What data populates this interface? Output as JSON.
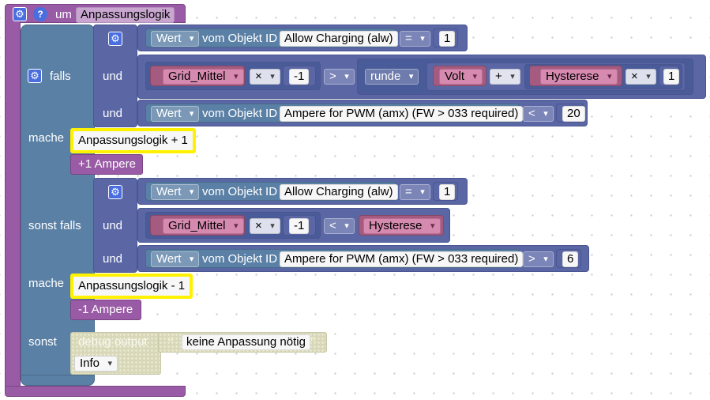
{
  "func_block": {
    "prefix": "um",
    "name": "Anpassungslogik"
  },
  "if_block": {
    "falls": "falls",
    "mache": "mache",
    "sonst_falls": "sonst falls",
    "sonst": "sonst"
  },
  "cond1": {
    "and1": "und",
    "and2": "und",
    "row1": {
      "wert": "Wert",
      "vom": "vom Objekt ID",
      "id": "Allow Charging (alw)",
      "op": "=",
      "num": "1"
    },
    "row2": {
      "var1": "Grid_Mittel",
      "mul1": "×",
      "num1": "-1",
      "gt": ">",
      "round": "runde",
      "var2": "Volt",
      "plus": "+",
      "var3": "Hysterese",
      "mul2": "×",
      "num2": "1"
    },
    "row3": {
      "wert": "Wert",
      "vom": "vom Objekt ID",
      "id": "Ampere for PWM (amx) (FW > 033 required)",
      "op": "<",
      "num": "20"
    }
  },
  "do1": {
    "call": "Anpassungslogik + 1",
    "comment": "+1 Ampere"
  },
  "cond2": {
    "and1": "und",
    "and2": "und",
    "row1": {
      "wert": "Wert",
      "vom": "vom Objekt ID",
      "id": "Allow Charging (alw)",
      "op": "=",
      "num": "1"
    },
    "row2": {
      "var1": "Grid_Mittel",
      "mul1": "×",
      "num1": "-1",
      "lt": "<",
      "var2": "Hysterese"
    },
    "row3": {
      "wert": "Wert",
      "vom": "vom Objekt ID",
      "id": "Ampere for PWM (amx) (FW > 033 required)",
      "op": ">",
      "num": "6"
    }
  },
  "do2": {
    "call": "Anpassungslogik - 1",
    "comment": "-1 Ampere"
  },
  "else_block": {
    "label": "debug output",
    "text": "keine Anpassung nötig",
    "level": "Info"
  },
  "colors": {
    "procedure": "#995ba5",
    "control": "#5b80a5",
    "logic": "#5b67a5",
    "variable": "#a55b80",
    "highlight": "#fff200",
    "disabled": "#d8d8b8"
  },
  "icons": {
    "gear": "gear-icon",
    "help": "help-icon",
    "quote_open": "quote-open-icon",
    "quote_close": "quote-close-icon",
    "dropdown": "chevron-down-icon"
  }
}
